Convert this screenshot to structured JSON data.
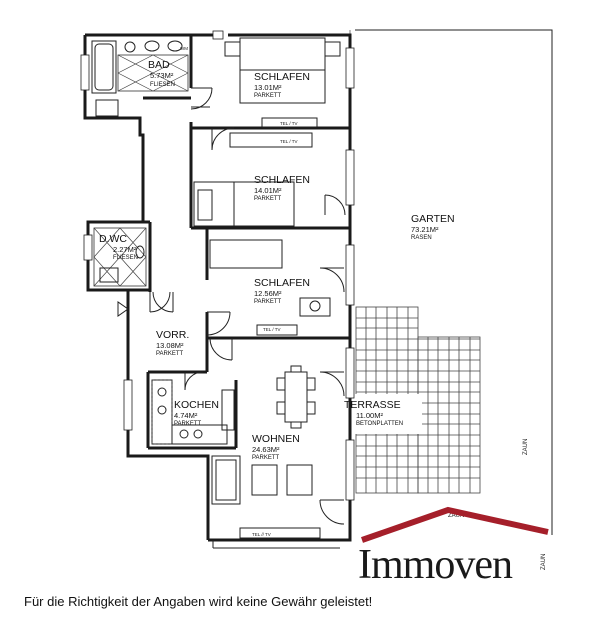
{
  "rooms": [
    {
      "id": "bad",
      "name": "BAD",
      "area": "5.73M²",
      "floor": "FLIESEN"
    },
    {
      "id": "schlafen1",
      "name": "SCHLAFEN",
      "area": "13.01M²",
      "floor": "PARKETT"
    },
    {
      "id": "schlafen2",
      "name": "SCHLAFEN",
      "area": "14.01M²",
      "floor": "PARKETT"
    },
    {
      "id": "schlafen3",
      "name": "SCHLAFEN",
      "area": "12.56M²",
      "floor": "PARKETT"
    },
    {
      "id": "dwc",
      "name": "D.WC",
      "area": "2.27M²",
      "floor": "FLIESEN"
    },
    {
      "id": "vorr",
      "name": "VORR.",
      "area": "13.08M²",
      "floor": "PARKETT"
    },
    {
      "id": "kochen",
      "name": "KOCHEN",
      "area": "4.74M²",
      "floor": "PARKETT"
    },
    {
      "id": "wohnen",
      "name": "WOHNEN",
      "area": "24.63M²",
      "floor": "PARKETT"
    },
    {
      "id": "terrasse",
      "name": "TERRASSE",
      "area": "11.00M²",
      "floor": "BETONPLATTEN"
    },
    {
      "id": "garten",
      "name": "GARTEN",
      "area": "73.21M²",
      "floor": "RASEN"
    }
  ],
  "fixtures": {
    "tel_tv": "TEL / TV",
    "tel_tv_alt": "TEL // TV",
    "wm": "WM"
  },
  "zaun_label": "ZAUN",
  "logo": {
    "text": "Immoven",
    "roof_color": "#a51f2a",
    "text_color": "#1a1a1a"
  },
  "disclaimer": "Für die Richtigkeit der Angaben wird keine Gewähr geleistet!"
}
